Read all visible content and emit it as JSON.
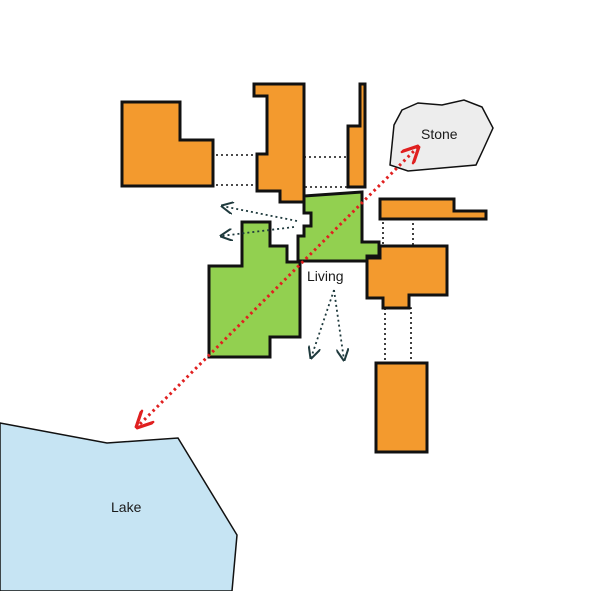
{
  "labels": {
    "stone": "Stone",
    "living": "Living",
    "lake": "Lake"
  },
  "colors": {
    "building": "#F39A2E",
    "living": "#92D050",
    "stone": "#EDEDED",
    "lake": "#C6E4F3",
    "axis": "#E02020",
    "view_arrow": "#1F3A3D"
  }
}
